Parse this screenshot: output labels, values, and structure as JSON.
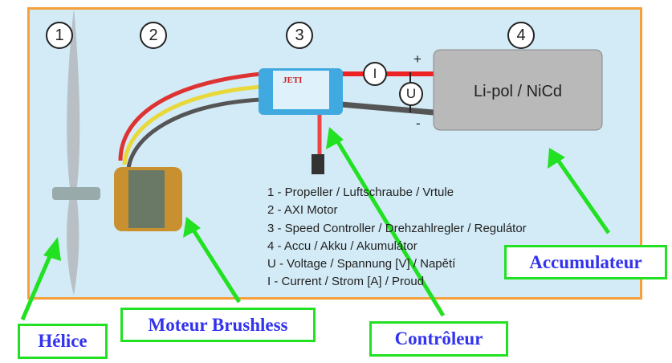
{
  "numbers": [
    "1",
    "2",
    "3",
    "4"
  ],
  "battery_label": "Li-pol / NiCd",
  "plus": "+",
  "minus": "-",
  "meter_current": "I",
  "meter_voltage": "U",
  "legend": [
    "1 - Propeller / Luftschraube / Vrtule",
    "2 - AXI Motor",
    "3 - Speed Controller / Drehzahlregler / Regulátor",
    "4 - Accu / Akku / Akumulátor",
    "U - Voltage / Spannung [V] / Napětí",
    "I  - Current / Strom [A] / Proud"
  ],
  "controller_brand": "JETI",
  "labels": {
    "propeller": "Hélice",
    "motor": "Moteur Brushless",
    "controller": "Contrôleur",
    "battery": "Accumulateur"
  },
  "colors": {
    "panel": "#d3ebf6",
    "frame": "#f5a03a",
    "arrow": "#22e022",
    "label_text": "#3333ee"
  }
}
